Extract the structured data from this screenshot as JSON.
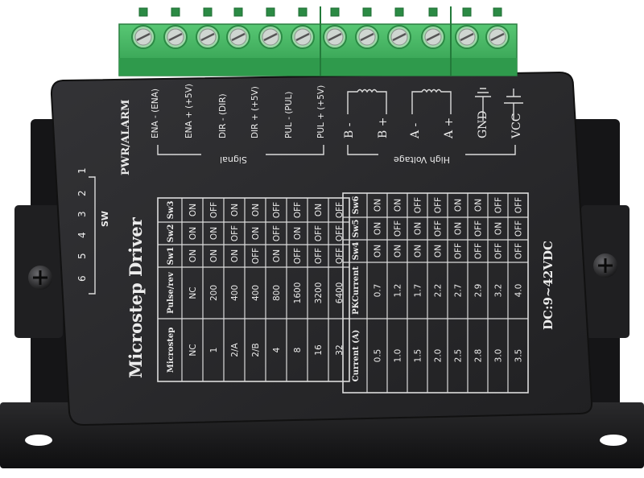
{
  "device": {
    "title": "Microstep Driver",
    "supply": "DC:9~42VDC",
    "led_label": "PWR/ALARM",
    "sw_label": "SW",
    "sw_numbers": [
      "6",
      "5",
      "4",
      "3",
      "2",
      "1"
    ],
    "signal_group": "Signal",
    "hv_group": "High Voltage",
    "signal_pins": [
      "ENA - (ENA)",
      "ENA + (+5V)",
      "DIR - (DIR)",
      "DIR + (+5V)",
      "PUL - (PUL)",
      "PUL + (+5V)"
    ],
    "power_pins": [
      "B -",
      "B +",
      "A -",
      "A +",
      "GND",
      "VCC"
    ]
  },
  "microstep_table": {
    "headers": [
      "Microstep",
      "Pulse/rev",
      "Sw1",
      "Sw2",
      "Sw3"
    ],
    "rows": [
      [
        "NC",
        "NC",
        "ON",
        "ON",
        "ON"
      ],
      [
        "1",
        "200",
        "ON",
        "ON",
        "OFF"
      ],
      [
        "2/A",
        "400",
        "ON",
        "OFF",
        "ON"
      ],
      [
        "2/B",
        "400",
        "OFF",
        "ON",
        "ON"
      ],
      [
        "4",
        "800",
        "ON",
        "OFF",
        "OFF"
      ],
      [
        "8",
        "1600",
        "OFF",
        "ON",
        "OFF"
      ],
      [
        "16",
        "3200",
        "OFF",
        "OFF",
        "ON"
      ],
      [
        "32",
        "6400",
        "OFF",
        "OFF",
        "OFF"
      ]
    ]
  },
  "current_table": {
    "headers": [
      "Current (A)",
      "PKCurrent",
      "Sw4",
      "Sw5",
      "Sw6"
    ],
    "rows": [
      [
        "0.5",
        "0.7",
        "ON",
        "ON",
        "ON"
      ],
      [
        "1.0",
        "1.2",
        "ON",
        "OFF",
        "ON"
      ],
      [
        "1.5",
        "1.7",
        "ON",
        "ON",
        "OFF"
      ],
      [
        "2.0",
        "2.2",
        "ON",
        "OFF",
        "OFF"
      ],
      [
        "2.5",
        "2.7",
        "OFF",
        "ON",
        "ON"
      ],
      [
        "2.8",
        "2.9",
        "OFF",
        "OFF",
        "ON"
      ],
      [
        "3.0",
        "3.2",
        "OFF",
        "ON",
        "OFF"
      ],
      [
        "3.5",
        "4.0",
        "OFF",
        "OFF",
        "OFF"
      ]
    ]
  },
  "colors": {
    "terminal_green": "#3fb760",
    "housing": "#1d1d1f",
    "panel": "#2a2a2c",
    "print": "#ececec"
  }
}
